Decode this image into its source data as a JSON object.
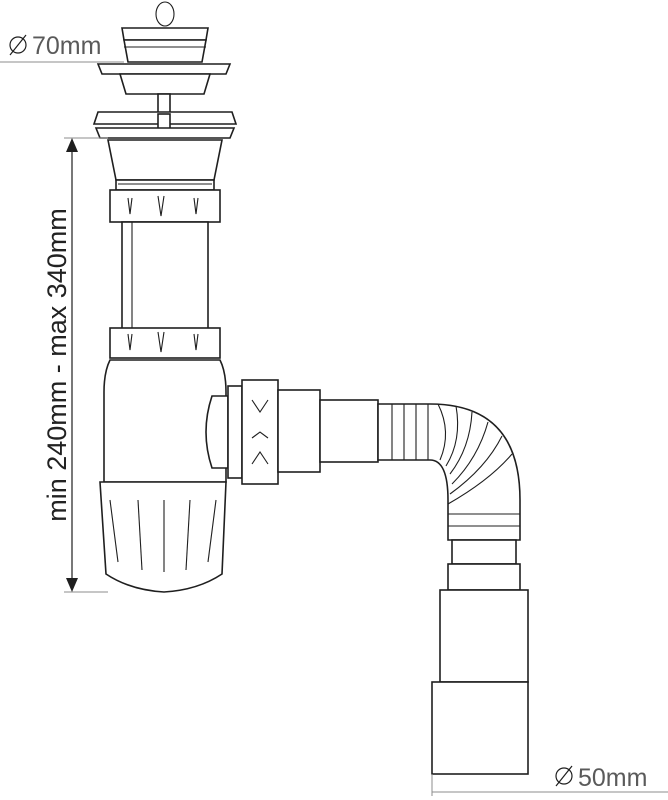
{
  "labels": {
    "top_diameter": "70mm",
    "height_range": "min 240mm - max 340mm",
    "outlet_diameter": "50mm"
  },
  "symbols": {
    "diameter": "∅"
  }
}
